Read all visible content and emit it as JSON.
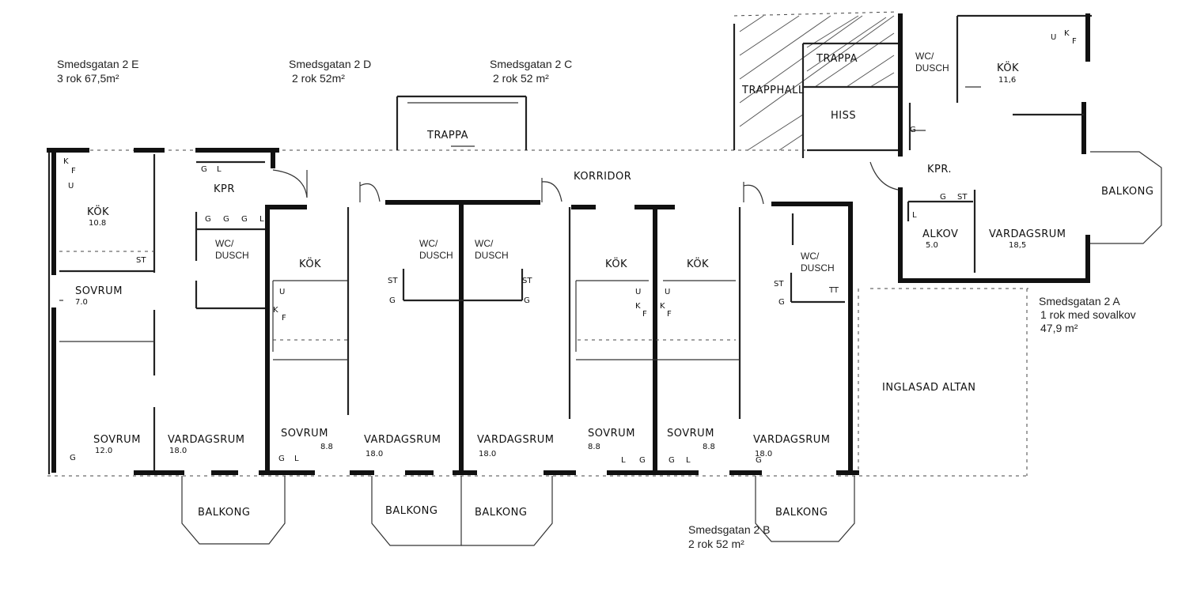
{
  "addresses": {
    "e": {
      "name": "Smedsgatan 2 E",
      "info": "3 rok 67,5m²"
    },
    "d": {
      "name": "Smedsgatan 2 D",
      "info": "2 rok 52m²"
    },
    "c": {
      "name": "Smedsgatan 2 C",
      "info": "2 rok 52 m²"
    },
    "a": {
      "name": "Smedsgatan 2 A",
      "info1": "1 rok med sovalkov",
      "info2": "47,9 m²"
    },
    "b": {
      "name": "Smedsgatan 2 B",
      "info": "2 rok 52 m²"
    }
  },
  "rooms": {
    "trappa": "TRAPPA",
    "trappa_top": "TRAPPA",
    "trapphall": "TRAPPHALL",
    "hiss": "HISS",
    "korridor": "KORRIDOR",
    "kpr": "KPR",
    "kpr_a": "KPR.",
    "kok": "KÖK",
    "sovrum": "SOVRUM",
    "vardagsrum": "VARDAGSRUM",
    "balkong": "BALKONG",
    "wc_line1": "WC/",
    "wc_line2": "DUSCH",
    "alkov": "ALKOV",
    "inglasad_altan": "INGLASAD ALTAN"
  },
  "areas": {
    "e_kok": "10.8",
    "e_sovrum_small": "7.0",
    "e_sovrum": "12.0",
    "vardagsrum": "18.0",
    "sovrum_small": "8.8",
    "a_kok": "11,6",
    "a_alkov": "5.0",
    "a_vardagsrum": "18,5"
  },
  "fixtures": {
    "g": "G",
    "l": "L",
    "st": "ST",
    "u": "U",
    "k": "K",
    "f": "F",
    "tt": "TT"
  }
}
